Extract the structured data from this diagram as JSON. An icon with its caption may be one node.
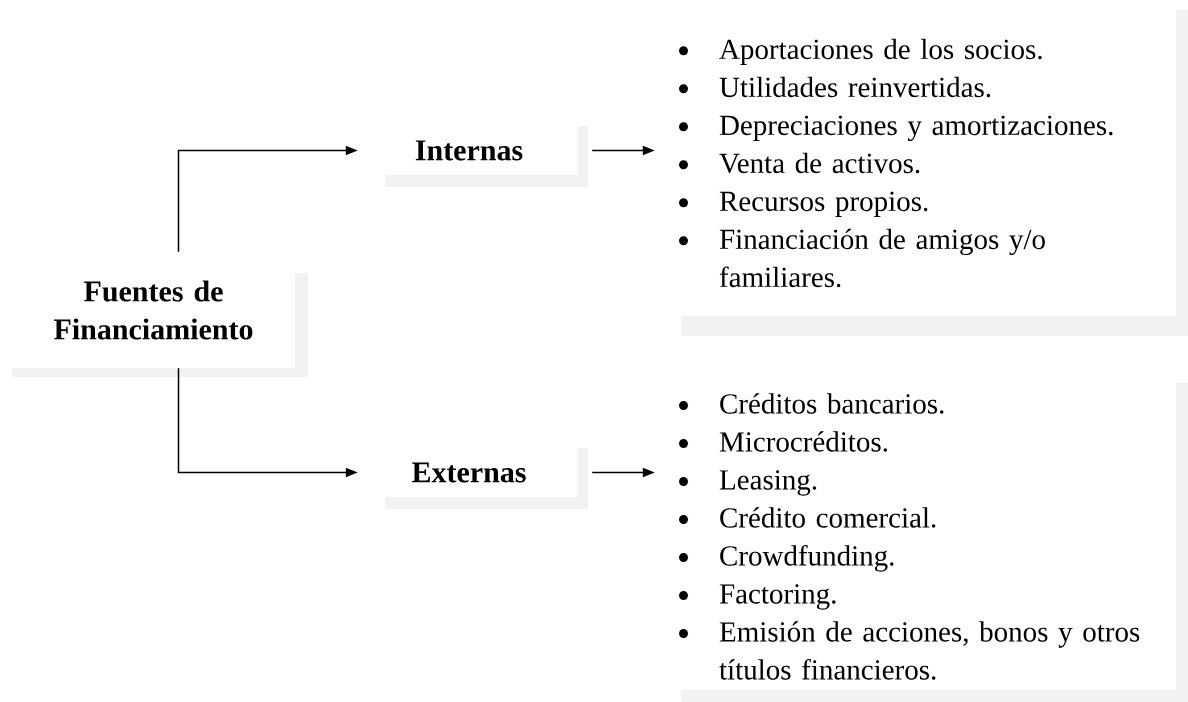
{
  "diagram": {
    "nodes": [
      {
        "text": [
          "Fuentes de Financiamiento"
        ]
      },
      {
        "text": [
          "Internas"
        ]
      },
      {
        "text": [
          "Aportaciones de los socios.",
          "Utilidades reinvertidas.",
          "Depreciaciones y amortizaciones.",
          "Venta de activos.",
          "Recursos propios.",
          "Financiación de amigos y/o familiares."
        ]
      },
      {
        "text": [
          "Externas"
        ]
      },
      {
        "text": [
          "Créditos bancarios.",
          "Microcréditos.",
          "Leasing.",
          "Crédito comercial.",
          "Crowdfunding.",
          "Factoring.",
          "Emisión de acciones, bonos y otros títulos financieros."
        ]
      }
    ],
    "edges": [
      {
        "from": 0,
        "to": 1,
        "arrow": "to"
      },
      {
        "from": 0,
        "to": 3,
        "arrow": "to"
      },
      {
        "from": 1,
        "to": 2,
        "arrow": "to"
      },
      {
        "from": 3,
        "to": 4,
        "arrow": "to"
      }
    ]
  }
}
